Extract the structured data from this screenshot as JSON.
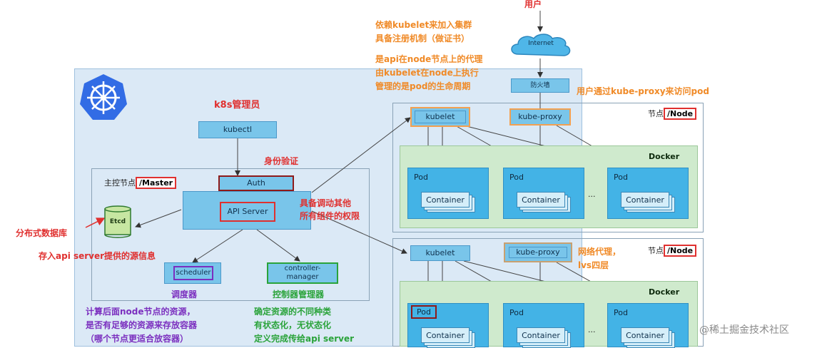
{
  "labels": {
    "user": "用户",
    "internet": "Internet",
    "firewall": "防火墙",
    "kubectl": "kubectl",
    "master_title": "主控节点",
    "master_tag": "/Master",
    "auth": "Auth",
    "api_server": "API Server",
    "etcd": "Etcd",
    "scheduler": "scheduler",
    "controller_manager": "controller-\nmanager",
    "node_title": "节点",
    "node_tag": "/Node",
    "kubelet": "kubelet",
    "kube_proxy": "kube-proxy",
    "docker": "Docker",
    "pod": "Pod",
    "container": "Container",
    "ellipsis": "···",
    "watermark": "@稀土掘金技术社区"
  },
  "annotations": {
    "kubelet_join_1": "依赖kubelet来加入集群",
    "kubelet_join_2": "具备注册机制（做证书）",
    "api_proxy_1": "是api在node节点上的代理",
    "api_proxy_2": "由kubelet在node上执行",
    "api_proxy_3": "管理的是pod的生命周期",
    "kube_proxy_access": "用户通过kube-proxy来访问pod",
    "k8s_admin": "k8s管理员",
    "identity_auth": "身份验证",
    "api_power_1": "具备调动其他",
    "api_power_2": "所有组件的权限",
    "distributed_db": "分布式数据库",
    "store_api_info": "存入api server提供的源信息",
    "scheduler_cn": "调度器",
    "controller_cn": "控制器管理器",
    "scheduler_desc_1": "计算后面node节点的资源，",
    "scheduler_desc_2": "是否有足够的资源来存放容器",
    "scheduler_desc_3": "（哪个节点更适合放容器）",
    "controller_desc_1": "确定资源的不同种类",
    "controller_desc_2": "有状态化，无状态化",
    "controller_desc_3": "定义完成传给api server",
    "net_proxy_1": "网络代理，",
    "net_proxy_2": "lvs四层"
  },
  "colors": {
    "panel": "#dbe9f6",
    "component": "#79c5ea",
    "docker": "#cfeacd",
    "pod": "#43b3e6",
    "annotation_red": "#e0302f",
    "annotation_orange": "#f08a27",
    "annotation_purple": "#7b2fbf",
    "annotation_green": "#2aa33a"
  },
  "icons": {
    "logo": "kubernetes-helm-icon",
    "cloud": "cloud-icon"
  }
}
